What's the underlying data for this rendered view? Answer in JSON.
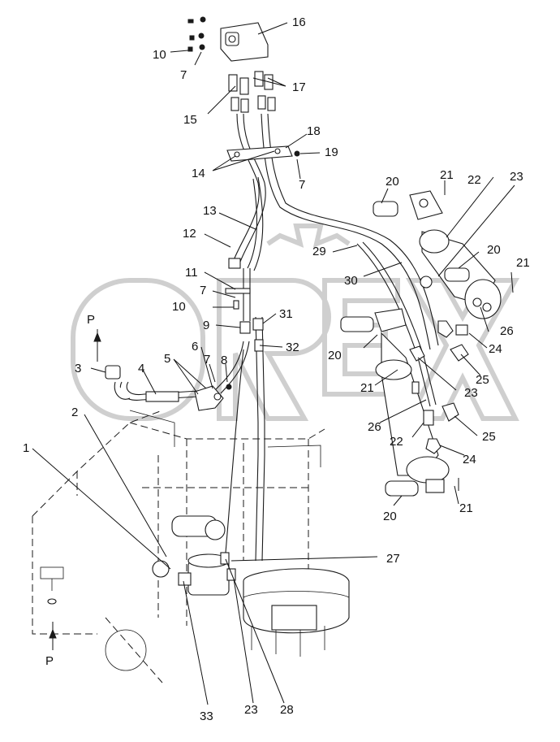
{
  "watermark": {
    "text": "OREX"
  },
  "callouts": {
    "c1": "1",
    "c2": "2",
    "c3": "3",
    "c4": "4",
    "c5": "5",
    "c6": "6",
    "c7": "7",
    "c8": "8",
    "c9": "9",
    "c10": "10",
    "c11": "11",
    "c12": "12",
    "c13": "13",
    "c14": "14",
    "c15": "15",
    "c16": "16",
    "c17": "17",
    "c18": "18",
    "c19": "19",
    "c20": "20",
    "c21": "21",
    "c22": "22",
    "c23": "23",
    "c24": "24",
    "c25": "25",
    "c26": "26",
    "c27": "27",
    "c28": "28",
    "c29": "29",
    "c30": "30",
    "c31": "31",
    "c32": "32",
    "c33": "33",
    "marker_p": "P"
  }
}
